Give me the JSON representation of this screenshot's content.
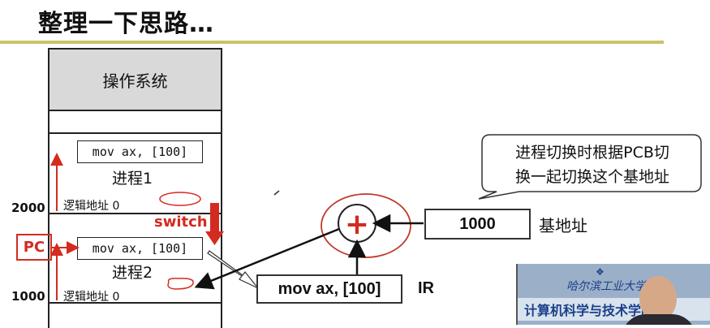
{
  "title": "整理一下思路…",
  "memory": {
    "os_label": "操作系统",
    "process1": {
      "label": "进程1",
      "instruction": "mov ax, [100]",
      "logical_addr": "逻辑地址 0"
    },
    "process2": {
      "label": "进程2",
      "instruction": "mov ax, [100]",
      "logical_addr": "逻辑地址 0"
    },
    "addr_2000": "2000",
    "addr_1000": "1000"
  },
  "switch_label": "switch",
  "pc_label": "PC",
  "adder_symbol": "+",
  "base": {
    "value": "1000",
    "label": "基地址"
  },
  "ir": {
    "instruction": "mov ax, [100]",
    "label": "IR"
  },
  "callout": {
    "line1": "进程切换时根据PCB切",
    "line2": "换一起切换这个基地址"
  },
  "video": {
    "banner_text": "计算机科学与技术学院",
    "top_text": "哈尔滨工业大学"
  },
  "colors": {
    "accent_red": "#d42b20",
    "title_rule": "#c9c36a",
    "os_fill": "#d9d9d9"
  }
}
